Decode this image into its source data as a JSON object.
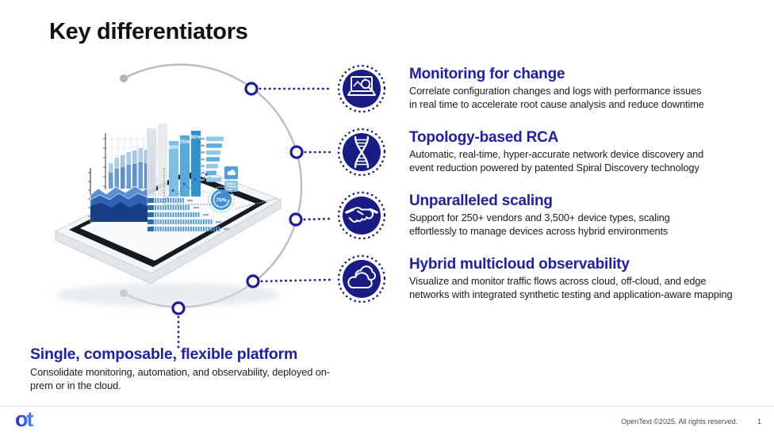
{
  "slide": {
    "title": "Key differentiators"
  },
  "features": [
    {
      "heading": "Monitoring for change",
      "icon": "laptop-chart-magnifier-icon",
      "body_lines": [
        "Correlate configuration changes and logs with performance issues",
        "in real time to accelerate root cause analysis and reduce downtime"
      ]
    },
    {
      "heading": "Topology-based RCA",
      "icon": "dna-helix-icon",
      "body_lines": [
        "Automatic, real-time, hyper-accurate network device discovery and",
        "event reduction powered by patented Spiral Discovery technology"
      ]
    },
    {
      "heading": "Unparalleled scaling",
      "icon": "handshake-icon",
      "body_lines": [
        "Support for 250+ vendors and 3,500+ device types, scaling",
        "effortlessly to manage devices across hybrid environments"
      ]
    },
    {
      "heading": "Hybrid multicloud observability",
      "icon": "multicloud-icon",
      "body_lines": [
        "Visualize and monitor traffic flows across cloud, off-cloud, and edge",
        "networks with integrated synthetic testing and application-aware mapping"
      ]
    }
  ],
  "platform": {
    "heading": "Single, composable, flexible platform",
    "body_lines": [
      "Consolidate monitoring, automation, and observability, deployed on-",
      "prem or in the cloud."
    ]
  },
  "illustration": {
    "tall_bar_labels": [
      "50%",
      "75%",
      "90%"
    ],
    "gauge_label": "75%"
  },
  "footer": {
    "logo_text": "ot",
    "copyright": "OpenText ©2025. All rights reserved.",
    "page_number": "1"
  },
  "colors": {
    "heading_blue": "#1E21A5",
    "icon_navy": "#1A1C86",
    "dot_navy": "#1B1E96",
    "arc_gray": "#BDBDBD",
    "body_text": "#1C1C1C",
    "footer_text": "#4A4A4A"
  }
}
